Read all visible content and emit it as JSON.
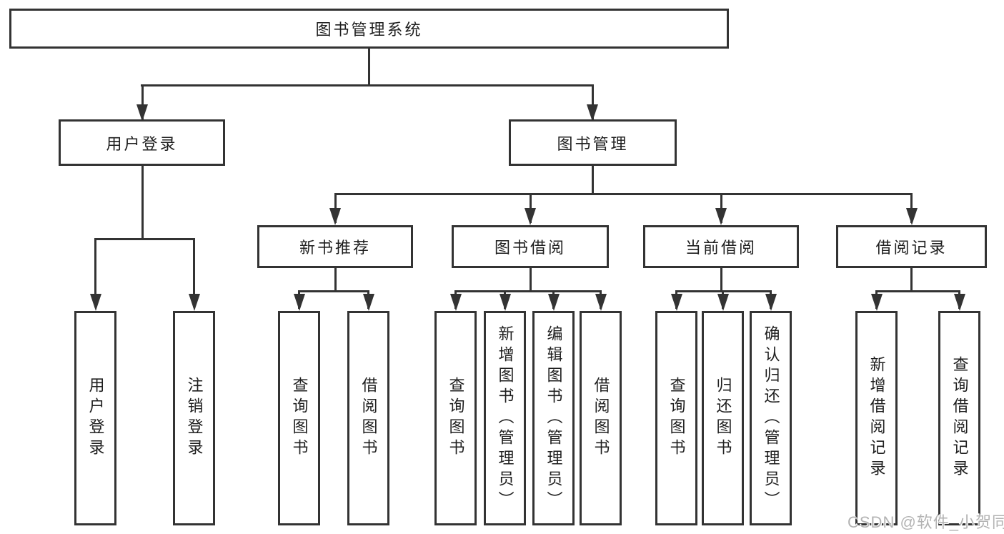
{
  "colors": {
    "line": "#333333",
    "text": "#1f1f1f",
    "watermark": "#b3b3b3"
  },
  "watermark": "CSDN @软件_小贺同学",
  "tree": {
    "root": {
      "label": "图书管理系统"
    },
    "branches": [
      {
        "label": "用户登录",
        "children": [
          {
            "label": "用户登录"
          },
          {
            "label": "注销登录"
          }
        ]
      },
      {
        "label": "图书管理",
        "children": [
          {
            "label": "新书推荐",
            "children": [
              {
                "label": "查询图书"
              },
              {
                "label": "借阅图书"
              }
            ]
          },
          {
            "label": "图书借阅",
            "children": [
              {
                "label": "查询图书"
              },
              {
                "label": "新增图书（管理员）"
              },
              {
                "label": "编辑图书（管理员）"
              },
              {
                "label": "借阅图书"
              }
            ]
          },
          {
            "label": "当前借阅",
            "children": [
              {
                "label": "查询图书"
              },
              {
                "label": "归还图书"
              },
              {
                "label": "确认归还（管理员）"
              }
            ]
          },
          {
            "label": "借阅记录",
            "children": [
              {
                "label": "新增借阅记录"
              },
              {
                "label": "查询借阅记录"
              }
            ]
          }
        ]
      }
    ]
  }
}
